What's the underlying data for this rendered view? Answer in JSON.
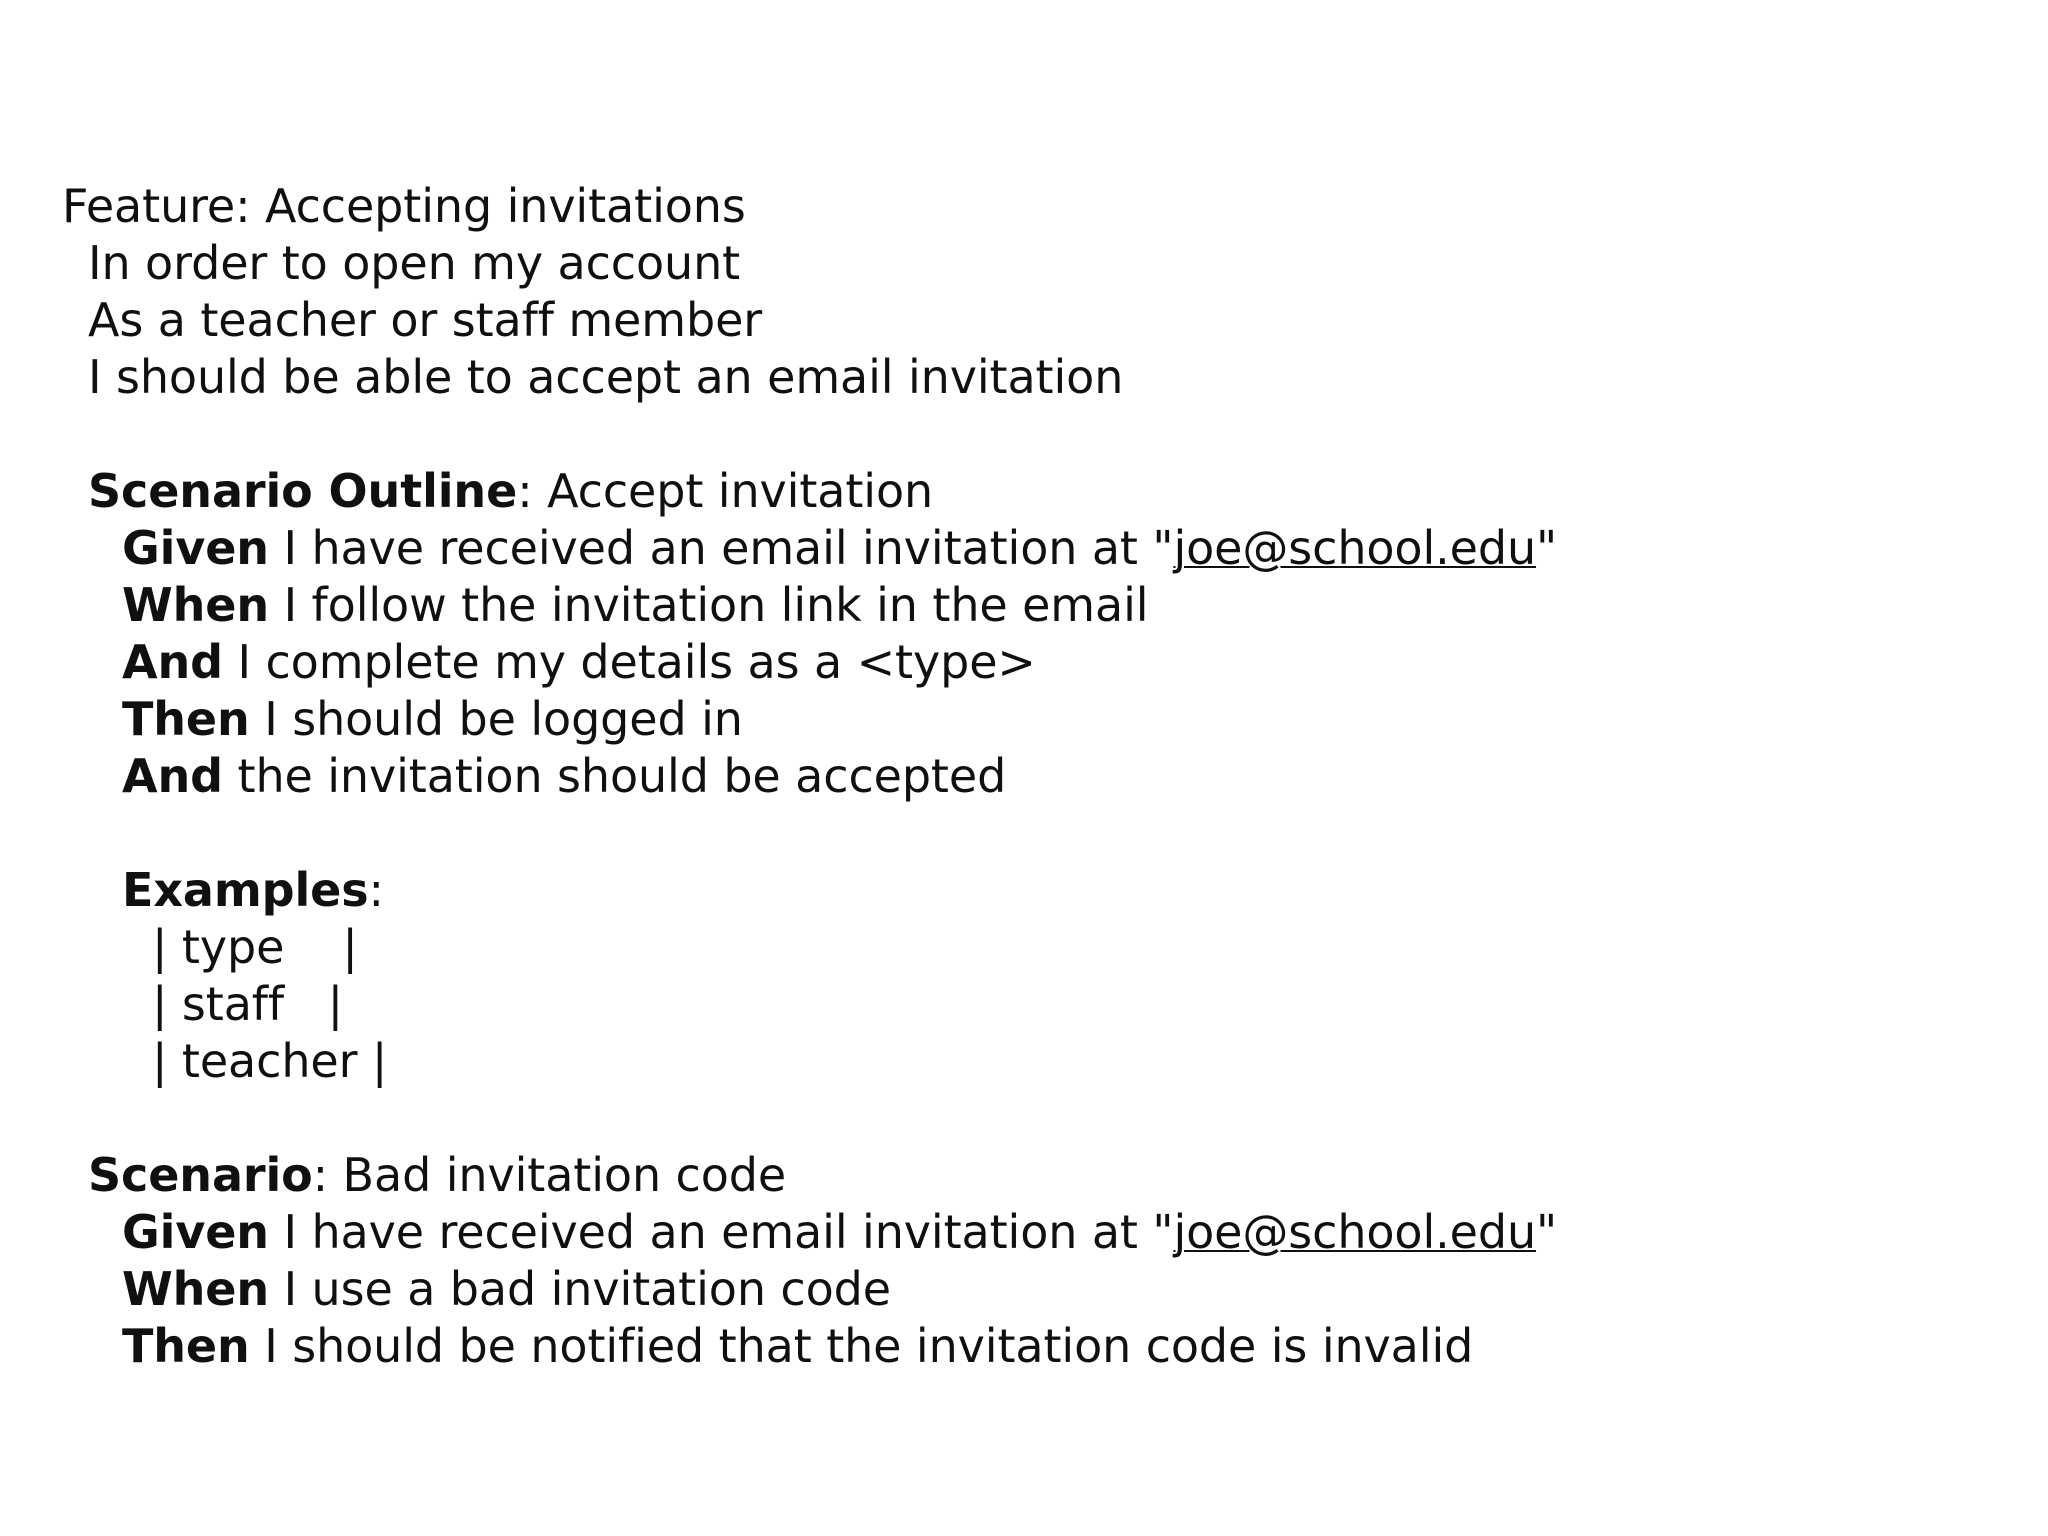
{
  "document": {
    "type": "gherkin-feature-slide",
    "background_color": "#ffffff",
    "text_color": "#101010"
  },
  "feature": {
    "keyword": "Feature:",
    "title": " Accepting invitations",
    "full_line": "Feature: Accepting invitations",
    "narrative": [
      "In order to open my account",
      "As a teacher or staff member",
      "I should be able to accept an email invitation"
    ]
  },
  "scenario_outline": {
    "keyword": "Scenario Outline",
    "title": ": Accept invitation",
    "steps": [
      {
        "keyword": "Given",
        "text_before": " I have received an email invitation at \"",
        "link": "joe@school.edu",
        "text_after": "\""
      },
      {
        "keyword": "When",
        "text_before": " I follow the invitation link in the email",
        "link": "",
        "text_after": ""
      },
      {
        "keyword": "And",
        "text_before": " I complete my details as a <type>",
        "link": "",
        "text_after": ""
      },
      {
        "keyword": "Then",
        "text_before": " I should be logged in",
        "link": "",
        "text_after": ""
      },
      {
        "keyword": "And",
        "text_before": " the invitation should be accepted",
        "link": "",
        "text_after": ""
      }
    ],
    "examples": {
      "keyword": "Examples",
      "colon": ":",
      "header": [
        "type"
      ],
      "rows": [
        [
          "staff"
        ],
        [
          "teacher"
        ]
      ],
      "raw_lines": [
        "| type    |",
        "| staff   |",
        "| teacher |"
      ]
    }
  },
  "scenario": {
    "keyword": "Scenario",
    "title": ": Bad invitation code",
    "steps": [
      {
        "keyword": "Given",
        "text_before": " I have received an email invitation at \"",
        "link": "joe@school.edu",
        "text_after": "\""
      },
      {
        "keyword": "When",
        "text_before": " I use a bad invitation code",
        "link": "",
        "text_after": ""
      },
      {
        "keyword": "Then",
        "text_before": " I should be notified that the invitation code is invalid",
        "link": "",
        "text_after": ""
      }
    ]
  }
}
